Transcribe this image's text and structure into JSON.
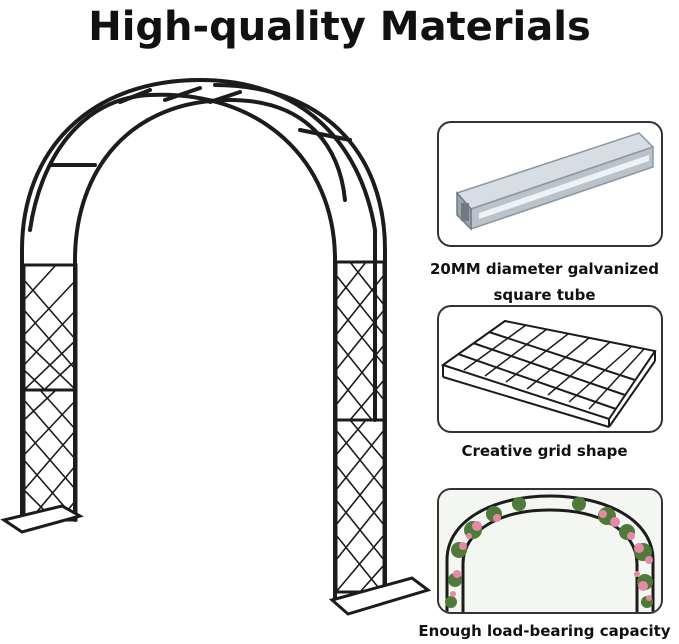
{
  "title": "High-quality Materials",
  "features": [
    {
      "caption_lines": [
        "20MM diameter galvanized",
        "square tube"
      ],
      "icon": "galvanized-tube-image"
    },
    {
      "caption_lines": [
        "Creative grid shape"
      ],
      "icon": "grid-panel-image"
    },
    {
      "caption_lines": [
        "Enough load-bearing capacity"
      ],
      "icon": "rose-arch-image"
    }
  ],
  "colors": {
    "frame": "#1c1c1c",
    "tube": "#b9c3cc",
    "rose": "#e58aa6",
    "leaf": "#4f7a3a"
  }
}
